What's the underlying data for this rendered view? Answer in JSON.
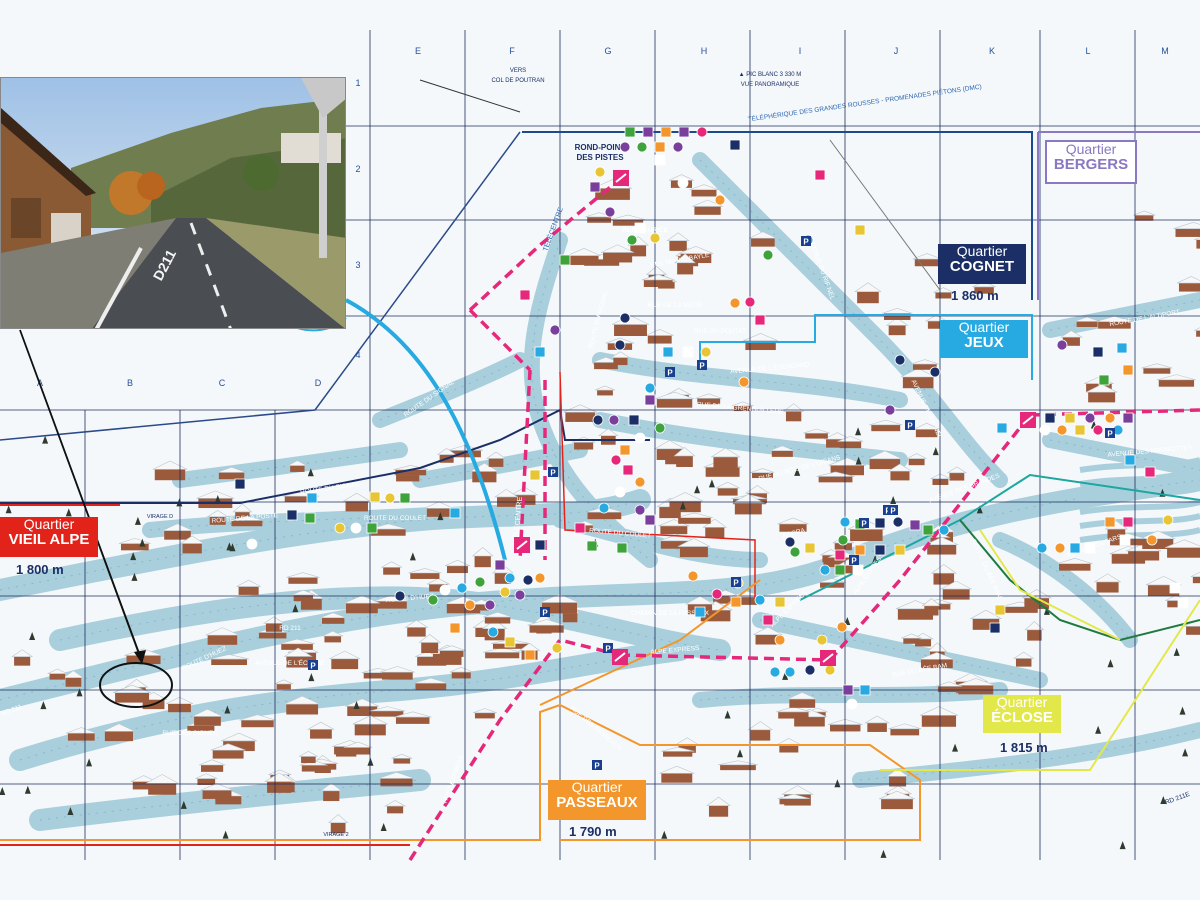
{
  "grid": {
    "top_columns": [
      "E",
      "F",
      "G",
      "H",
      "I",
      "J",
      "K",
      "L",
      "M"
    ],
    "left_columns": [
      "A",
      "B",
      "C",
      "D"
    ],
    "rows": [
      "1",
      "2",
      "3",
      "4"
    ]
  },
  "quartiers": [
    {
      "key": "bergers",
      "prefix": "Quartier",
      "name": "BERGERS",
      "altitude": "",
      "color": "#8a78c2"
    },
    {
      "key": "cognet",
      "prefix": "Quartier",
      "name": "COGNET",
      "altitude": "1 860 m",
      "color": "#1b2f66"
    },
    {
      "key": "jeux",
      "prefix": "Quartier",
      "name": "JEUX",
      "altitude": "",
      "color": "#27a9e1"
    },
    {
      "key": "vieil_alpe",
      "prefix": "Quartier",
      "name": "VIEIL ALPE",
      "altitude": "1 800 m",
      "color": "#e2231a"
    },
    {
      "key": "eclose",
      "prefix": "Quartier",
      "name": "ÉCLOSE",
      "altitude": "1 815 m",
      "color": "#e3e84a"
    },
    {
      "key": "passeaux",
      "prefix": "Quartier",
      "name": "PASSEAUX",
      "altitude": "1 790 m",
      "color": "#f3962b"
    }
  ],
  "map_labels": {
    "rond_point": "ROND-POINT",
    "des_pistes": "DES PISTES",
    "vers_col": "VERS",
    "col_poutran": "COL DE POUTRAN",
    "pic_blanc": "▲ PIC BLANC 3 330 M",
    "vue_pano": "VUE PANORAMIQUE",
    "telepherique": "TÉLÉPHÉRIQUE DES GRANDES ROUSSES - PROMENADES PIÉTONS (DMC)",
    "telecentre": "TÉLÉCENTRE",
    "telecentre2": "TÉLÉCENTRE",
    "route_signal": "ROUTE DU SIGNAL",
    "route_signal2": "ROUTE DU SIGNAL",
    "route_signal3": "ROUTE DU SIGNAL",
    "route_poste": "ROUTE DE LA POSTE",
    "route_coulet": "ROUTE DU COULET",
    "route_coulet2": "ROUTE DU COULET",
    "route_huez": "ROUTE D'HUEZ",
    "route_huez2": "ROUTE D'HUEZ",
    "rd211": "RD 211",
    "rd211b": "RD 211",
    "avenue_eclose": "AVENUE DE L'ÉCLOSE",
    "rue_signes": "RUE DES SIGNES",
    "chemin_passeaux": "CHEMIN DE LA PASSAUX",
    "rue_passeaux": "RUE DES PASSEAUX",
    "alpe_express": "ALPE EXPRESS",
    "alpe_express2": "ALPE EXPRESS",
    "alpe_express3": "ALPE EXPRESS",
    "huez_express": "HUEZ EXPRESS",
    "rue_meije": "RUE DE LA MEIJE",
    "rue_poutat": "RUE DU POUTAT",
    "rue_pic_bayle": "RUE DU PIC BAYLE",
    "avenue_etendard": "AVENUE DE L'ÉTENDARD",
    "avenue_rif_nel": "AVENUE DU RIF NEL",
    "avenue_rif_nel2": "AVENUE DU RIF NEL",
    "rue_grenouillere": "RUE DE LA GRENOUILLÈRE",
    "rue_bois_oisans": "RUE DU BOIS DE L'OISANS",
    "avenue_brandes": "AVENUE DES BRANDES",
    "avenue_marmottes": "AVENUE DES MARMOTTES",
    "rue_outars": "RUE DES OUTARS",
    "route_bergers": "ROUTE DE L'ALTIPORT",
    "rue_bee_bam": "RUE DU BÉE BAM",
    "route_bee_bam": "ROUTE DU BÉE BAM",
    "virage_d": "VIRAGE D",
    "virage_2": "VIRAGE 2",
    "rue_maurice": "RUE MAURICE",
    "agora": "AGORA",
    "rd211e": "RD 211E"
  },
  "photo": {
    "caption": "D211"
  },
  "colors": {
    "snow": "#f4f8fb",
    "road": "#a9cfdd",
    "road_dark": "#86b8cb",
    "grid": "#1f2d5c",
    "roof": "#f7f7f7",
    "wall": "#9b5a3c",
    "pink": "#e5287a",
    "cyan": "#27a9e1"
  }
}
